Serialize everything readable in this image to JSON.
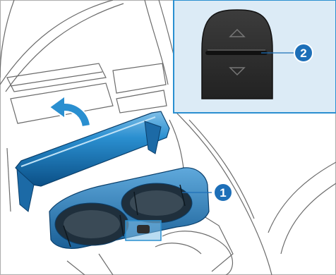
{
  "figure": {
    "description_free": true,
    "colors": {
      "background": "#ffffff",
      "line_art": "#3a3a3a",
      "light_line": "#9a9a9a",
      "highlight_blue": "#2a8fd0",
      "inset_fill": "#dcebf6",
      "callout_fill": "#1d6fb8",
      "button_dark": "#2e2e2e"
    }
  },
  "callouts": [
    {
      "id": "1",
      "label": "1"
    },
    {
      "id": "2",
      "label": "2"
    }
  ],
  "icons": {
    "arrow": "curved-arrow-icon",
    "up": "triangle-up-icon",
    "down": "triangle-down-icon"
  }
}
